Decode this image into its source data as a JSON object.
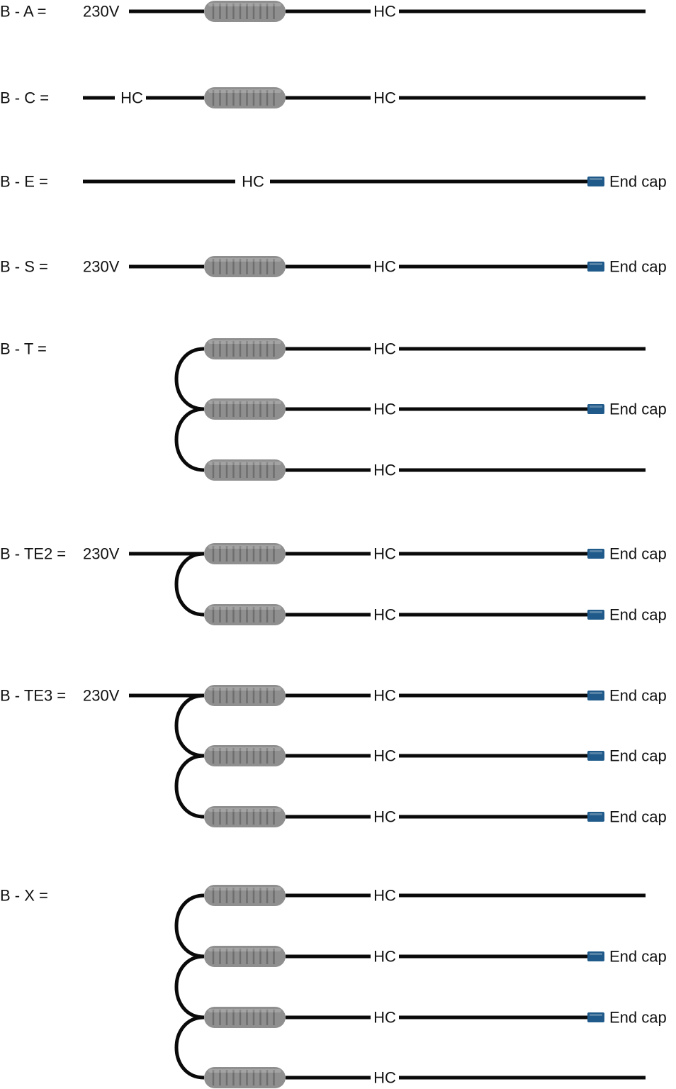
{
  "colors": {
    "wire": "#0a0a0a",
    "connector_body": "#8f8f8f",
    "connector_ridge": "#6e6e6e",
    "end_cap": "#1f5a8a"
  },
  "icons": {
    "connector": "splice-connector-icon",
    "end_cap": "end-cap-icon"
  },
  "labels": {
    "volt": "230V",
    "hc": "HC",
    "end_cap": "End cap"
  },
  "configurations": [
    {
      "name": "B - A =",
      "has_230v": true,
      "branches": [
        {
          "end_cap": false
        }
      ]
    },
    {
      "name": "B - C =",
      "has_230v": false,
      "left_hc": true,
      "branches": [
        {
          "end_cap": false
        }
      ]
    },
    {
      "name": "B - E =",
      "has_230v": false,
      "no_connector": true,
      "branches": [
        {
          "end_cap": true
        }
      ]
    },
    {
      "name": "B - S =",
      "has_230v": true,
      "branches": [
        {
          "end_cap": true
        }
      ]
    },
    {
      "name": "B - T =",
      "has_230v": false,
      "branches": [
        {
          "end_cap": false
        },
        {
          "end_cap": true
        },
        {
          "end_cap": false
        }
      ]
    },
    {
      "name": "B - TE2 =",
      "has_230v": true,
      "branches": [
        {
          "end_cap": true
        },
        {
          "end_cap": true
        }
      ]
    },
    {
      "name": "B - TE3 =",
      "has_230v": true,
      "branches": [
        {
          "end_cap": true
        },
        {
          "end_cap": true
        },
        {
          "end_cap": true
        }
      ]
    },
    {
      "name": "B - X =",
      "has_230v": false,
      "branches": [
        {
          "end_cap": false
        },
        {
          "end_cap": true
        },
        {
          "end_cap": true
        },
        {
          "end_cap": false
        }
      ]
    }
  ]
}
